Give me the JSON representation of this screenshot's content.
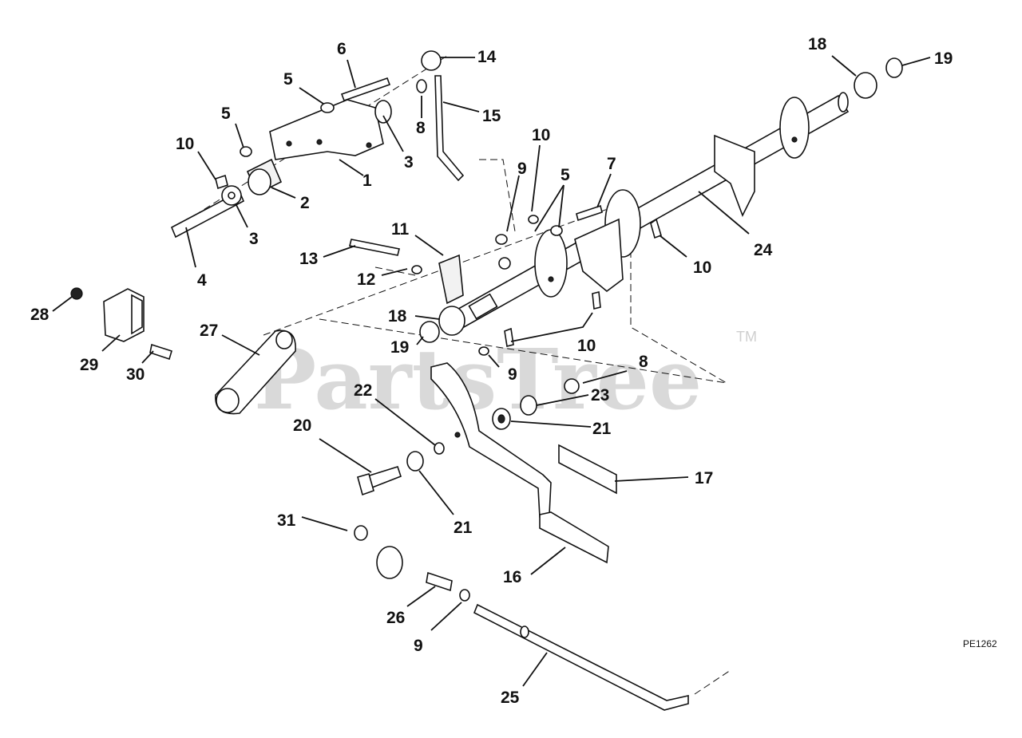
{
  "watermark": {
    "brand": "PartsTree",
    "trademark": "TM"
  },
  "reference_code": "PE1262",
  "callouts": [
    {
      "label": "1"
    },
    {
      "label": "2"
    },
    {
      "label": "3"
    },
    {
      "label": "3"
    },
    {
      "label": "4"
    },
    {
      "label": "5"
    },
    {
      "label": "5"
    },
    {
      "label": "5"
    },
    {
      "label": "6"
    },
    {
      "label": "7"
    },
    {
      "label": "8"
    },
    {
      "label": "8"
    },
    {
      "label": "9"
    },
    {
      "label": "9"
    },
    {
      "label": "9"
    },
    {
      "label": "10"
    },
    {
      "label": "10"
    },
    {
      "label": "10"
    },
    {
      "label": "10"
    },
    {
      "label": "11"
    },
    {
      "label": "12"
    },
    {
      "label": "13"
    },
    {
      "label": "14"
    },
    {
      "label": "15"
    },
    {
      "label": "16"
    },
    {
      "label": "17"
    },
    {
      "label": "18"
    },
    {
      "label": "18"
    },
    {
      "label": "19"
    },
    {
      "label": "19"
    },
    {
      "label": "20"
    },
    {
      "label": "21"
    },
    {
      "label": "21"
    },
    {
      "label": "22"
    },
    {
      "label": "23"
    },
    {
      "label": "24"
    },
    {
      "label": "25"
    },
    {
      "label": "26"
    },
    {
      "label": "27"
    },
    {
      "label": "28"
    },
    {
      "label": "29"
    },
    {
      "label": "30"
    },
    {
      "label": "31"
    }
  ]
}
